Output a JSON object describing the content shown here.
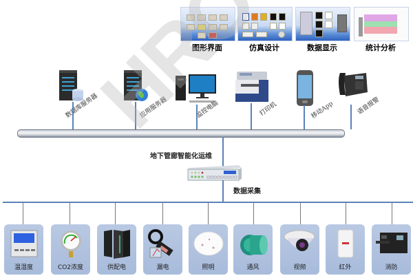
{
  "screens": [
    {
      "label": "图形界面",
      "icon": "gui-screenshot"
    },
    {
      "label": "仿真设计",
      "icon": "simulation-screenshot"
    },
    {
      "label": "数据显示",
      "icon": "data-display-screenshot"
    },
    {
      "label": "统计分析",
      "icon": "statistics-chart-screenshot"
    }
  ],
  "network_devices": [
    {
      "label": "数据库服务器",
      "icon": "database-server-icon"
    },
    {
      "label": "应用服务器",
      "icon": "application-server-icon"
    },
    {
      "label": "监控电脑",
      "icon": "monitor-computer-icon"
    },
    {
      "label": "打印机",
      "icon": "printer-icon"
    },
    {
      "label": "移动App",
      "icon": "mobile-phone-icon"
    },
    {
      "label": "语音报警",
      "icon": "telephone-icon"
    }
  ],
  "center": {
    "system_label": "地下管廊智能化运维",
    "collector_label": "数据采集"
  },
  "sensors": [
    {
      "label": "温湿度",
      "icon": "temperature-humidity-icon"
    },
    {
      "label": "CO2浓度",
      "icon": "pressure-gauge-icon"
    },
    {
      "label": "供配电",
      "icon": "power-cabinet-icon"
    },
    {
      "label": "漏电",
      "icon": "leakage-clamp-meter-icon"
    },
    {
      "label": "照明",
      "icon": "ceiling-light-icon"
    },
    {
      "label": "通风",
      "icon": "fan-icon"
    },
    {
      "label": "视频",
      "icon": "dome-camera-icon"
    },
    {
      "label": "红外",
      "icon": "infrared-detector-icon"
    },
    {
      "label": "消防",
      "icon": "fire-control-console-icon"
    }
  ],
  "watermark": "HROUSE",
  "colors": {
    "bus_line": "#5a82b8",
    "sensor_box": "#b0c2df"
  }
}
